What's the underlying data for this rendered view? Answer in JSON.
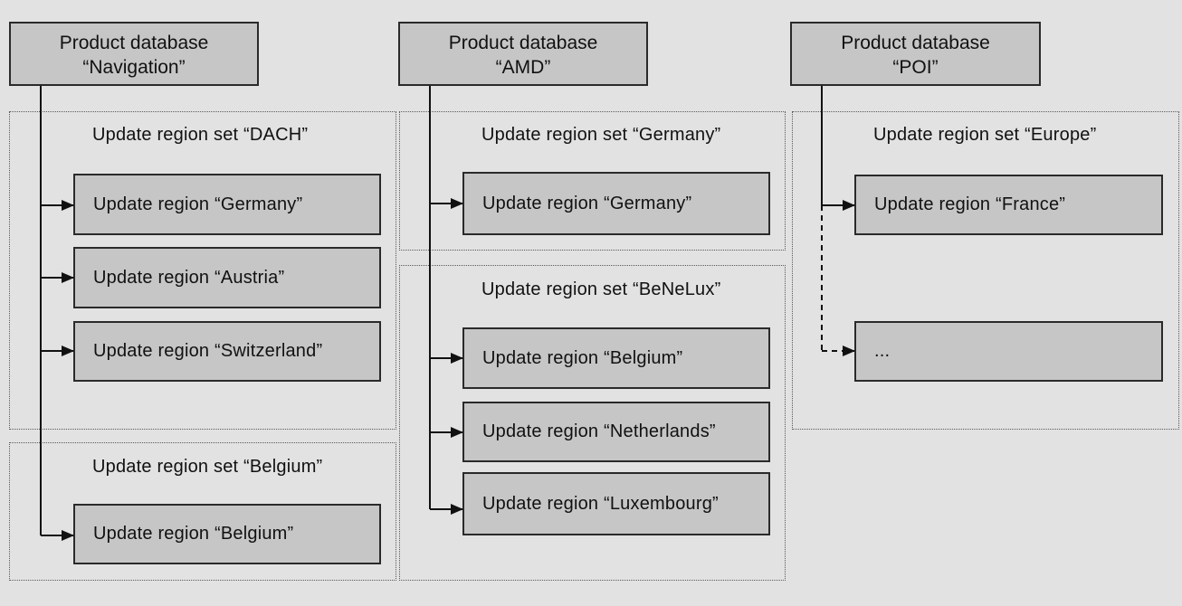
{
  "databases": [
    {
      "line1": "Product database",
      "line2": "“Navigation”"
    },
    {
      "line1": "Product database",
      "line2": "“AMD”"
    },
    {
      "line1": "Product database",
      "line2": "“POI”"
    }
  ],
  "region_sets": [
    {
      "title": "Update region set “DACH”"
    },
    {
      "title": "Update region set “Belgium”"
    },
    {
      "title": "Update region set “Germany”"
    },
    {
      "title": "Update region set “BeNeLux”"
    },
    {
      "title": "Update region set “Europe”"
    }
  ],
  "regions": [
    {
      "label": "Update region “Germany”"
    },
    {
      "label": "Update region “Austria”"
    },
    {
      "label": "Update region “Switzerland”"
    },
    {
      "label": "Update region “Belgium”"
    },
    {
      "label": "Update region “Germany”"
    },
    {
      "label": "Update region “Belgium”"
    },
    {
      "label": "Update region “Netherlands”"
    },
    {
      "label": "Update region “Luxembourg”"
    },
    {
      "label": "Update region “France”"
    },
    {
      "label": "..."
    }
  ]
}
